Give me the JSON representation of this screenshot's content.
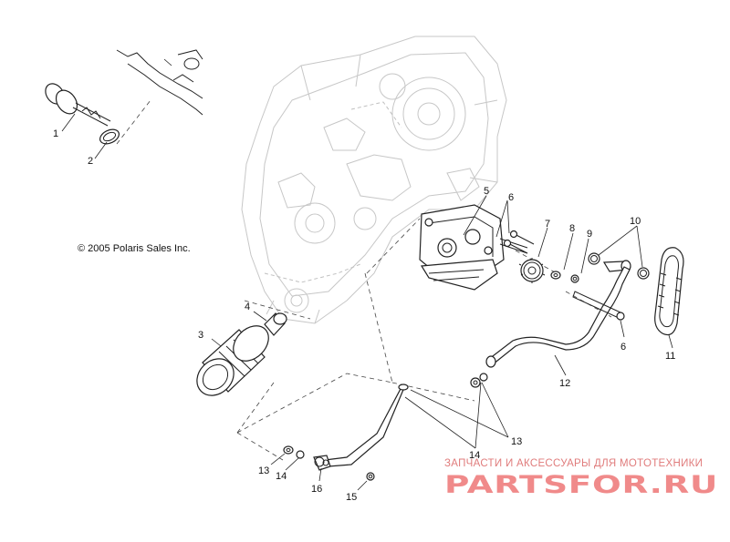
{
  "copyright": "© 2005 Polaris Sales Inc.",
  "watermark": {
    "tagline": "ЗАПЧАСТИ И АКСЕССУАРЫ ДЛЯ МОТОТЕХНИКИ",
    "brand": "PARTSFOR.RU",
    "color": "#f08a8a"
  },
  "callouts": [
    {
      "id": "c1",
      "text": "1"
    },
    {
      "id": "c2",
      "text": "2"
    },
    {
      "id": "c3",
      "text": "3"
    },
    {
      "id": "c4",
      "text": "4"
    },
    {
      "id": "c5",
      "text": "5"
    },
    {
      "id": "c6a",
      "text": "6"
    },
    {
      "id": "c6b",
      "text": "6"
    },
    {
      "id": "c7",
      "text": "7"
    },
    {
      "id": "c8",
      "text": "8"
    },
    {
      "id": "c9",
      "text": "9"
    },
    {
      "id": "c10",
      "text": "10"
    },
    {
      "id": "c11",
      "text": "11"
    },
    {
      "id": "c12",
      "text": "12"
    },
    {
      "id": "c13a",
      "text": "13"
    },
    {
      "id": "c13b",
      "text": "13"
    },
    {
      "id": "c14a",
      "text": "14"
    },
    {
      "id": "c14b",
      "text": "14"
    },
    {
      "id": "c15",
      "text": "15"
    },
    {
      "id": "c16",
      "text": "16"
    }
  ]
}
